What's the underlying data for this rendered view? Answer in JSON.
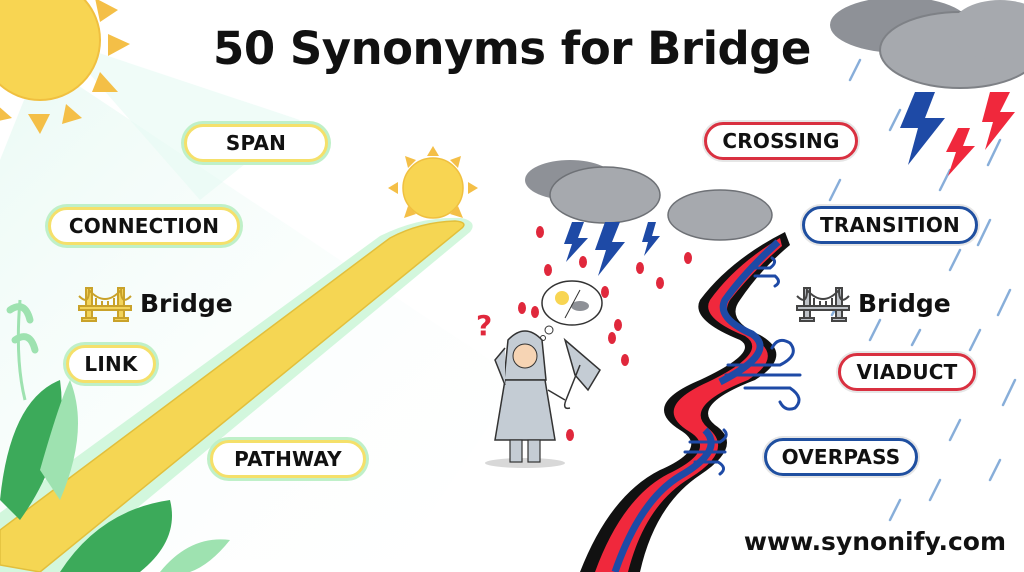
{
  "title": "50 Synonyms for Bridge",
  "left_side": {
    "theme": "sunny",
    "pills": [
      {
        "label": "SPAN"
      },
      {
        "label": "CONNECTION"
      },
      {
        "label": "LINK"
      },
      {
        "label": "PATHWAY"
      }
    ],
    "bridge_label": "Bridge",
    "bridge_icon": "golden-bridge-icon"
  },
  "right_side": {
    "theme": "stormy",
    "pills": [
      {
        "label": "CROSSING",
        "color": "red"
      },
      {
        "label": "TRANSITION",
        "color": "blue"
      },
      {
        "label": "VIADUCT",
        "color": "red"
      },
      {
        "label": "OVERPASS",
        "color": "blue"
      }
    ],
    "bridge_label": "Bridge",
    "bridge_icon": "gray-bridge-icon"
  },
  "footer": {
    "url": "www.synonify.com"
  },
  "colors": {
    "sun": "#f8d552",
    "sun_rays": "#f4bf47",
    "glow": "#bff0c8",
    "road_yellow": "#f5d653",
    "leaf_dark": "#3caa5a",
    "leaf_light": "#9ee2b0",
    "storm_red": "#f0283c",
    "storm_blue": "#1e4aa6",
    "cloud": "#9a9da3",
    "rain": "#6b9bd0"
  },
  "illustration": {
    "icons": [
      "sun-icon",
      "small-sun-icon",
      "storm-cloud-icon",
      "lightning-icon",
      "wind-icon",
      "raindrop-icon",
      "confused-person-icon",
      "broken-umbrella-icon",
      "thought-bubble-icon",
      "question-mark-icon",
      "leaf-icon"
    ]
  }
}
